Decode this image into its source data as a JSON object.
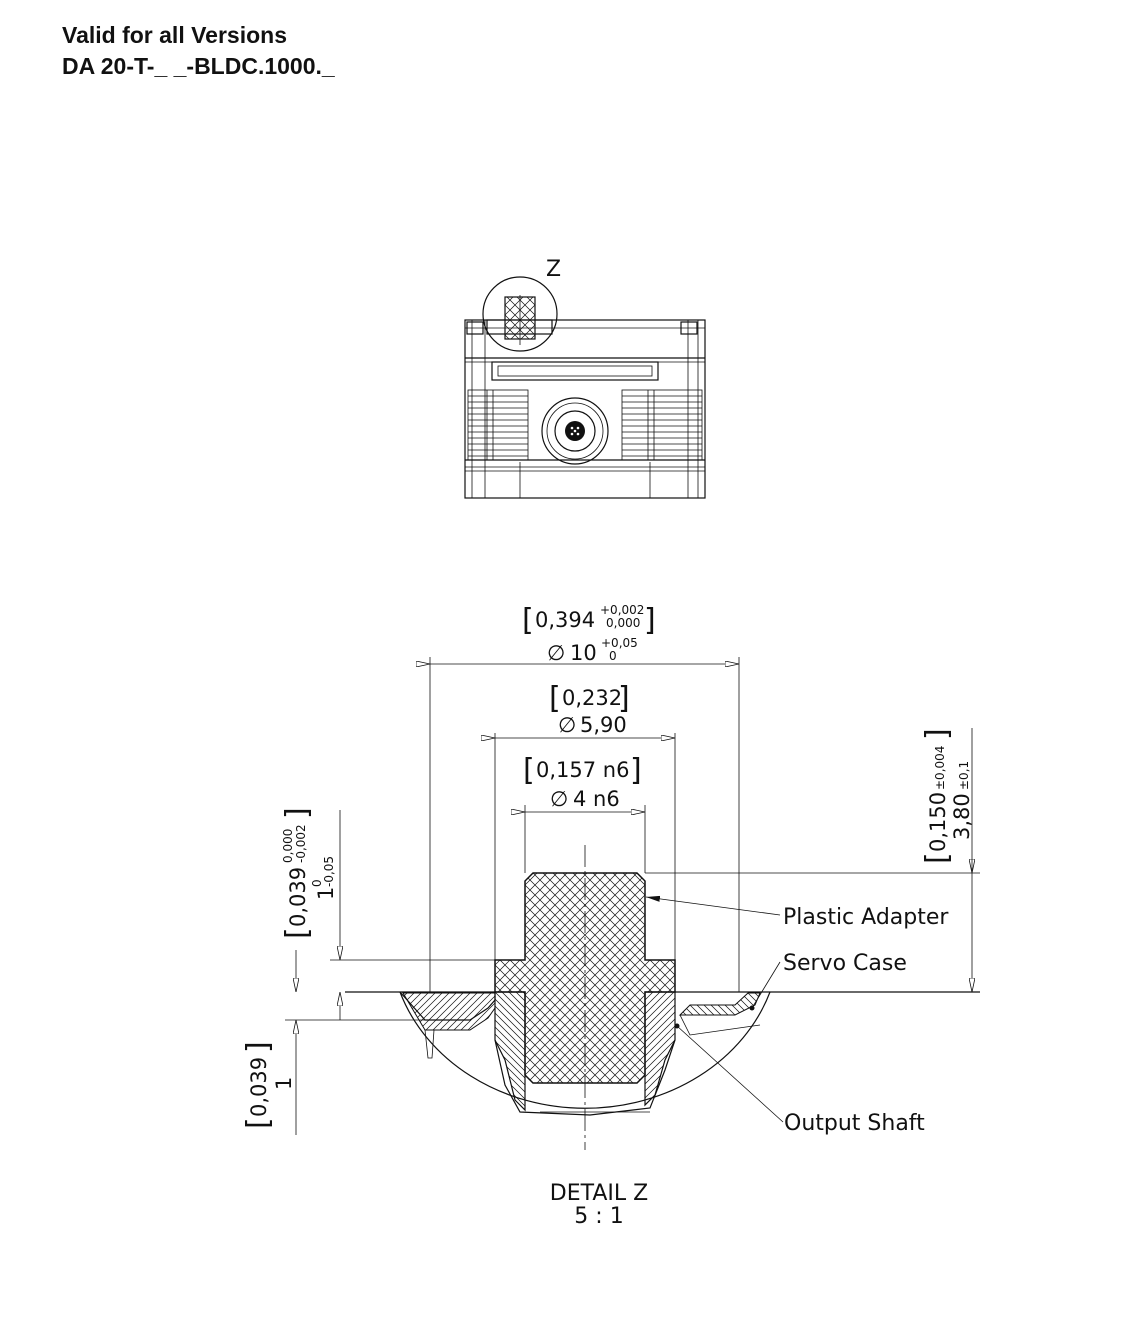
{
  "header": {
    "line1": "Valid for all Versions",
    "line2": "DA 20-T-_ _-BLDC.1000._"
  },
  "top_view": {
    "detail_marker": "Z"
  },
  "dimensions": {
    "outer_inch": "0,394",
    "outer_inch_tol_upper": "+0,002",
    "outer_inch_tol_lower": "0,000",
    "outer_diameter": "10",
    "outer_diameter_tol_upper": "+0,05",
    "outer_diameter_tol_lower": "0",
    "mid_inch": "0,232",
    "mid_diameter": "5,90",
    "inner_inch": "0,157 n6",
    "inner_diameter": "4 n6",
    "height_inch": "0,150",
    "height_inch_tol": "±0,004",
    "height_mm": "3,80",
    "height_mm_tol": "±0,1",
    "step_inch": "0,039",
    "step_inch_tol_upper": "0,000",
    "step_inch_tol_lower": "-0,002",
    "step_mm": "1",
    "step_mm_tol_upper": "0",
    "step_mm_tol_lower": "-0,05",
    "lower_inch": "0,039",
    "lower_mm": "1"
  },
  "callouts": {
    "plastic_adapter": "Plastic Adapter",
    "servo_case": "Servo Case",
    "output_shaft": "Output Shaft"
  },
  "detail": {
    "title": "DETAIL Z",
    "scale": "5 : 1"
  }
}
